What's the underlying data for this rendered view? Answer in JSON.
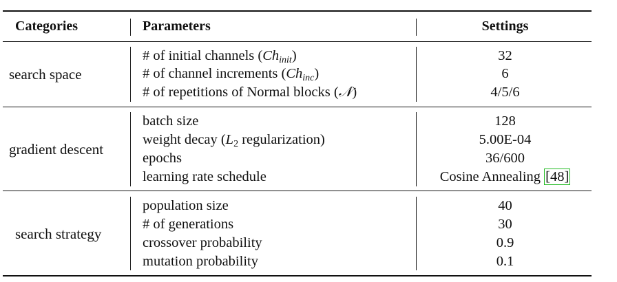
{
  "headers": {
    "categories": "Categories",
    "parameters": "Parameters",
    "settings": "Settings"
  },
  "groups": [
    {
      "category": "search space",
      "rows": [
        {
          "param_text": "# of initial channels (",
          "math_main": "Ch",
          "math_sub": "init",
          "param_close": ")",
          "setting": "32"
        },
        {
          "param_text": "# of channel increments (",
          "math_main": "Ch",
          "math_sub": "inc",
          "param_close": ")",
          "setting": "6"
        },
        {
          "param_text": "# of repetitions of Normal blocks (",
          "math_main": "𝒩",
          "math_sub": "",
          "param_close": ")",
          "setting": "4/5/6"
        }
      ]
    },
    {
      "category": "gradient descent",
      "rows": [
        {
          "param_text": "batch size",
          "setting": "128"
        },
        {
          "param_text": "weight decay (",
          "math_main": "L",
          "math_sub": "2",
          "param_close": " regularization)",
          "setting": "5.00E-04"
        },
        {
          "param_text": "epochs",
          "setting": "36/600"
        },
        {
          "param_text": "learning rate schedule",
          "setting": "Cosine Annealing",
          "citation": "[48]"
        }
      ]
    },
    {
      "category": "search strategy",
      "rows": [
        {
          "param_text": "population size",
          "setting": "40"
        },
        {
          "param_text": "# of generations",
          "setting": "30"
        },
        {
          "param_text": "crossover probability",
          "setting": "0.9"
        },
        {
          "param_text": "mutation probability",
          "setting": "0.1"
        }
      ]
    }
  ]
}
